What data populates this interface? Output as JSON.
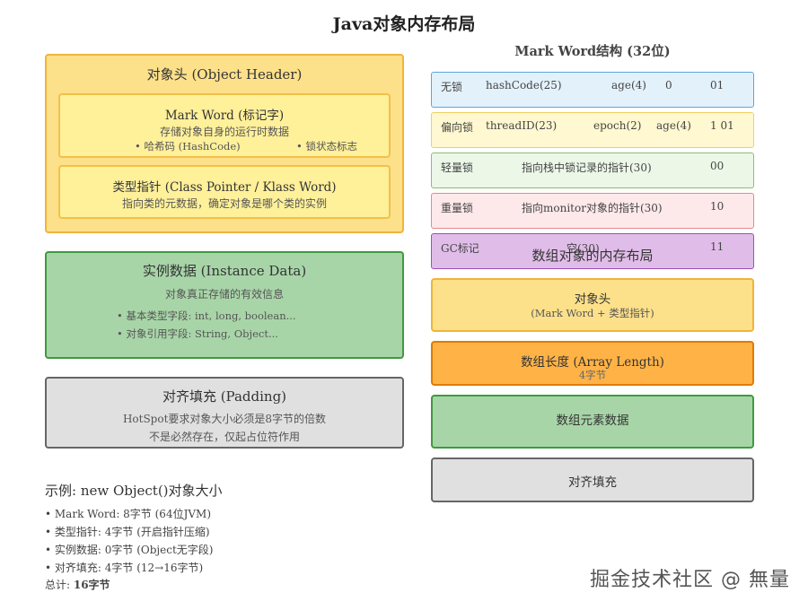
{
  "title": "Java对象内存布局",
  "object_header": {
    "title": "对象头 (Object Header)",
    "mark_word": {
      "title": "Mark Word (标记字)",
      "desc": "存储对象自身的运行时数据",
      "bullet_left": "• 哈希码 (HashCode)",
      "bullet_right": "• 锁状态标志"
    },
    "class_pointer": {
      "title": "类型指针 (Class Pointer / Klass Word)",
      "desc": "指向类的元数据，确定对象是哪个类的实例"
    }
  },
  "instance_data": {
    "title": "实例数据 (Instance Data)",
    "desc": "对象真正存储的有效信息",
    "bullets": [
      "• 基本类型字段: int, long, boolean...",
      "• 对象引用字段: String, Object..."
    ]
  },
  "padding": {
    "title": "对齐填充 (Padding)",
    "desc1": "HotSpot要求对象大小必须是8字节的倍数",
    "desc2": "不是必然存在，仅起占位符作用"
  },
  "example": {
    "title": "示例: new Object()对象大小",
    "lines": [
      "• Mark Word: 8字节 (64位JVM)",
      "• 类型指针: 4字节 (开启指针压缩)",
      "• 实例数据: 0字节 (Object无字段)",
      "• 对齐填充: 4字节 (12→16字节)"
    ],
    "total_label": "总计: ",
    "total_value": "16字节"
  },
  "mark_word_structure": {
    "title": "Mark Word结构 (32位)",
    "rows": [
      {
        "c1": "无锁",
        "c2": "hashCode(25)",
        "c3": "age(4)",
        "c4": "0",
        "c5": "01"
      },
      {
        "c1": "偏向锁",
        "c2": "threadID(23)",
        "c3": "epoch(2)",
        "c4": "age(4)",
        "c5": "1 01"
      },
      {
        "c1": "轻量锁",
        "c2": "指向栈中锁记录的指针(30)",
        "c5": "00"
      },
      {
        "c1": "重量锁",
        "c2": "指向monitor对象的指针(30)",
        "c5": "10"
      },
      {
        "c1": "GC标记",
        "c2": "空(30)",
        "c5": "11"
      }
    ]
  },
  "array_layout": {
    "title": "数组对象的内存布局",
    "header_title": "对象头",
    "header_sub": "(Mark Word + 类型指针)",
    "length_title": "数组长度 (Array Length)",
    "length_sub": "4字节",
    "elements_title": "数组元素数据",
    "padding_title": "对齐填充"
  },
  "watermark": "掘金技术社区 @ 無量",
  "colors": {
    "header_fill": "#fde08a",
    "header_border": "#f0b43a",
    "inner_fill": "#fff09a",
    "green_fill": "#a8d5a8",
    "green_border": "#3f9a3f",
    "gray_fill": "#e0e0e0",
    "gray_border": "#666666",
    "orange_fill": "#ffb347",
    "orange_border": "#e07b00"
  }
}
